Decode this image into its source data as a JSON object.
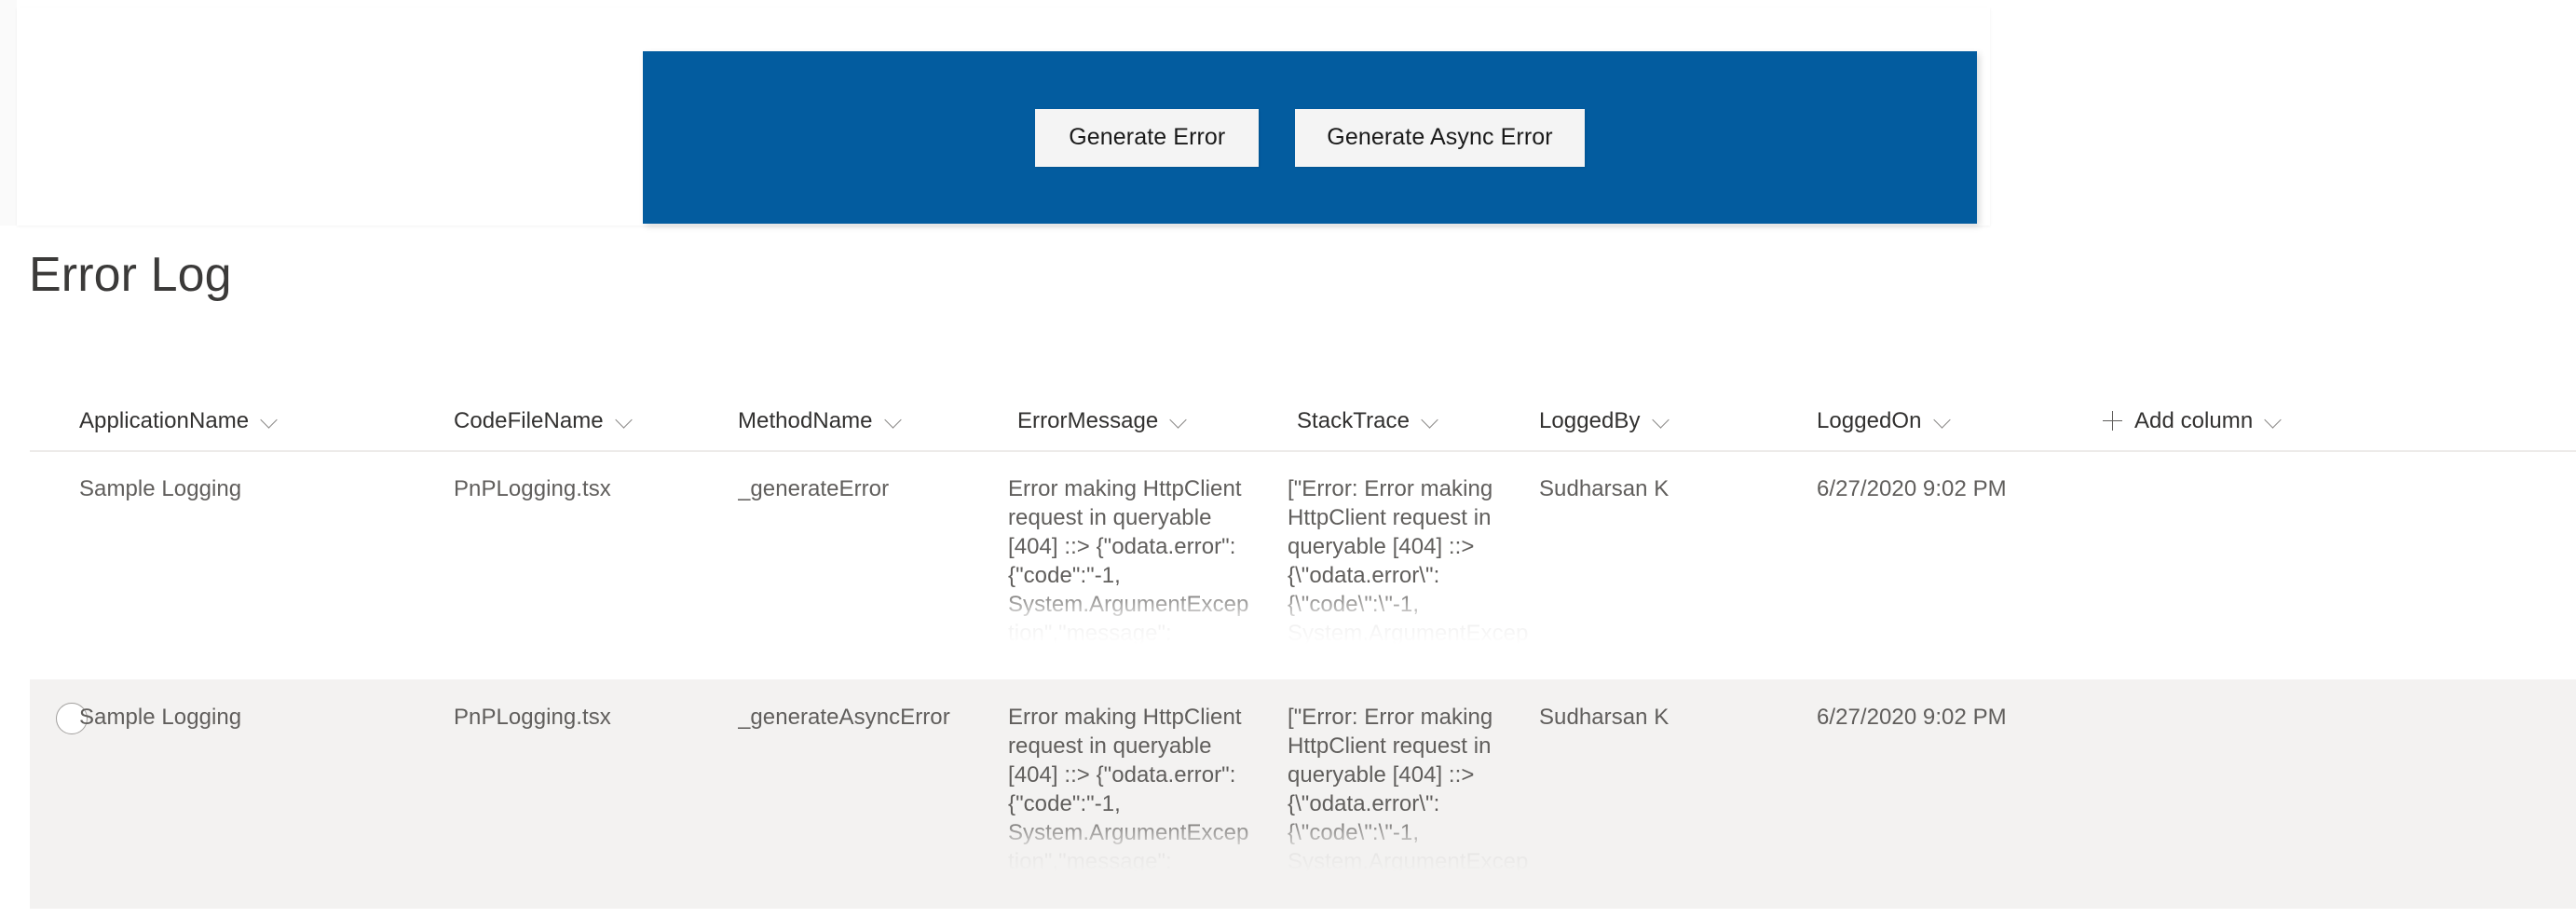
{
  "banner": {
    "background_color": "#035C9F",
    "buttons": [
      {
        "label": "Generate Error",
        "name": "generate-error-button"
      },
      {
        "label": "Generate Async Error",
        "name": "generate-async-error-button"
      }
    ]
  },
  "page": {
    "title": "Error Log"
  },
  "list": {
    "columns": [
      {
        "label": "ApplicationName",
        "has_chevron": true
      },
      {
        "label": "CodeFileName",
        "has_chevron": true
      },
      {
        "label": "MethodName",
        "has_chevron": true
      },
      {
        "label": "ErrorMessage",
        "has_chevron": true
      },
      {
        "label": "StackTrace",
        "has_chevron": true
      },
      {
        "label": "LoggedBy",
        "has_chevron": true
      },
      {
        "label": "LoggedOn",
        "has_chevron": true
      }
    ],
    "add_column": {
      "label": "Add column",
      "icon": "plus-icon",
      "has_chevron": true
    },
    "rows": [
      {
        "selected": false,
        "hovered": false,
        "ApplicationName": "Sample Logging",
        "CodeFileName": "PnPLogging.tsx",
        "MethodName": "_generateError",
        "ErrorMessage": "Error making HttpClient request in queryable [404] ::> {\"odata.error\": {\"code\":\"-1, System.ArgumentException\",\"message\":",
        "StackTrace": "[\"Error: Error making HttpClient request in queryable [404] ::> {\\\"odata.error\\\": {\\\"code\\\":\\\"-1, System.ArgumentException",
        "LoggedBy": "Sudharsan K",
        "LoggedOn": "6/27/2020 9:02 PM"
      },
      {
        "selected": false,
        "hovered": true,
        "ApplicationName": "Sample Logging",
        "CodeFileName": "PnPLogging.tsx",
        "MethodName": "_generateAsyncError",
        "ErrorMessage": "Error making HttpClient request in queryable [404] ::> {\"odata.error\": {\"code\":\"-1, System.ArgumentException\",\"message\":",
        "StackTrace": "[\"Error: Error making HttpClient request in queryable [404] ::> {\\\"odata.error\\\": {\\\"code\\\":\\\"-1, System.ArgumentException",
        "LoggedBy": "Sudharsan K",
        "LoggedOn": "6/27/2020 9:02 PM"
      }
    ]
  }
}
